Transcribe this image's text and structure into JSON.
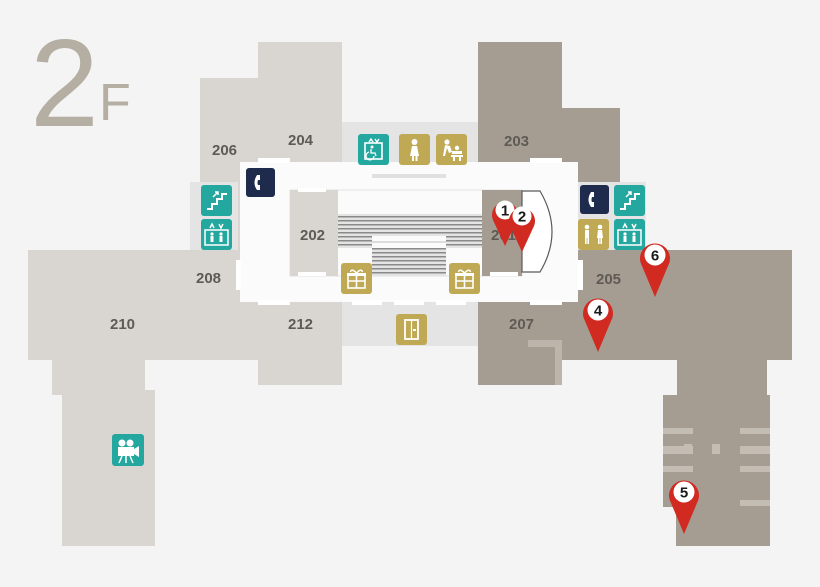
{
  "floor": {
    "number": "2",
    "letter": "F"
  },
  "rooms": {
    "r202": "202",
    "r203": "203",
    "r204": "204",
    "r205": "205",
    "r206": "206",
    "r207": "207",
    "r208": "208",
    "r210": "210",
    "r212": "212",
    "r201": "201"
  },
  "pins": {
    "p1": "1",
    "p2": "2",
    "p4": "4",
    "p5": "5",
    "p6": "6"
  },
  "icons": {
    "phone": "phone-icon",
    "stairs": "stairs-icon",
    "elevator": "elevator-icon",
    "accessible_elevator": "accessible-elevator-icon",
    "restroom_women": "restroom-women-icon",
    "baby_changing": "baby-changing-icon",
    "restrooms": "restrooms-icon",
    "gift": "gift-icon",
    "locker": "locker-icon",
    "cinema": "cinema-icon"
  },
  "colors": {
    "background": "#f4f4f4",
    "light_zone": "#d9d6d2",
    "dark_zone": "#a69d92",
    "corridor": "#fbfbfb",
    "teal": "#23a79e",
    "navy": "#1f2b4d",
    "gold": "#bfa954",
    "pin_red": "#d02a21"
  }
}
